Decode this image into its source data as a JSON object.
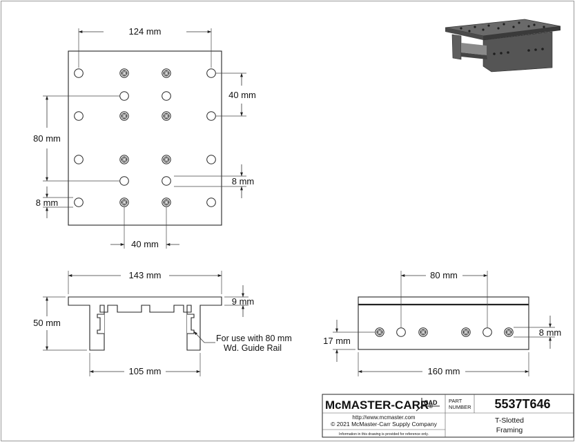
{
  "top_view": {
    "width_label": "124 mm",
    "hole_spacing_label": "40 mm",
    "vertical_label": "80 mm",
    "offset_right_label": "8 mm",
    "offset_left_label": "8 mm",
    "bottom_spacing_label": "40 mm"
  },
  "front_view": {
    "width_label": "143 mm",
    "thickness_label": "9 mm",
    "height_label": "50 mm",
    "inner_width_label": "105 mm",
    "note_line1": "For use with 80 mm",
    "note_line2": "Wd. Guide Rail"
  },
  "side_view": {
    "spacing_label": "80 mm",
    "height_label": "17 mm",
    "offset_label": "8 mm",
    "length_label": "160 mm"
  },
  "title_block": {
    "brand": "McMASTER-CARR",
    "brand_mark": "®",
    "cad_label": "CAD",
    "part_label_line1": "PART",
    "part_label_line2": "NUMBER",
    "part_number": "5537T646",
    "url": "http://www.mcmaster.com",
    "copyright": "© 2021 McMaster-Carr Supply Company",
    "disclaimer": "Information in this drawing is provided for reference only.",
    "description_line1": "T-Slotted",
    "description_line2": "Framing"
  },
  "icons": {
    "countersunk_hole": "cross-recess-screw-icon",
    "arrow": "dimension-arrow-icon"
  },
  "colors": {
    "line": "#222222",
    "background": "#ffffff",
    "render_gray": "#5a5a5a"
  }
}
